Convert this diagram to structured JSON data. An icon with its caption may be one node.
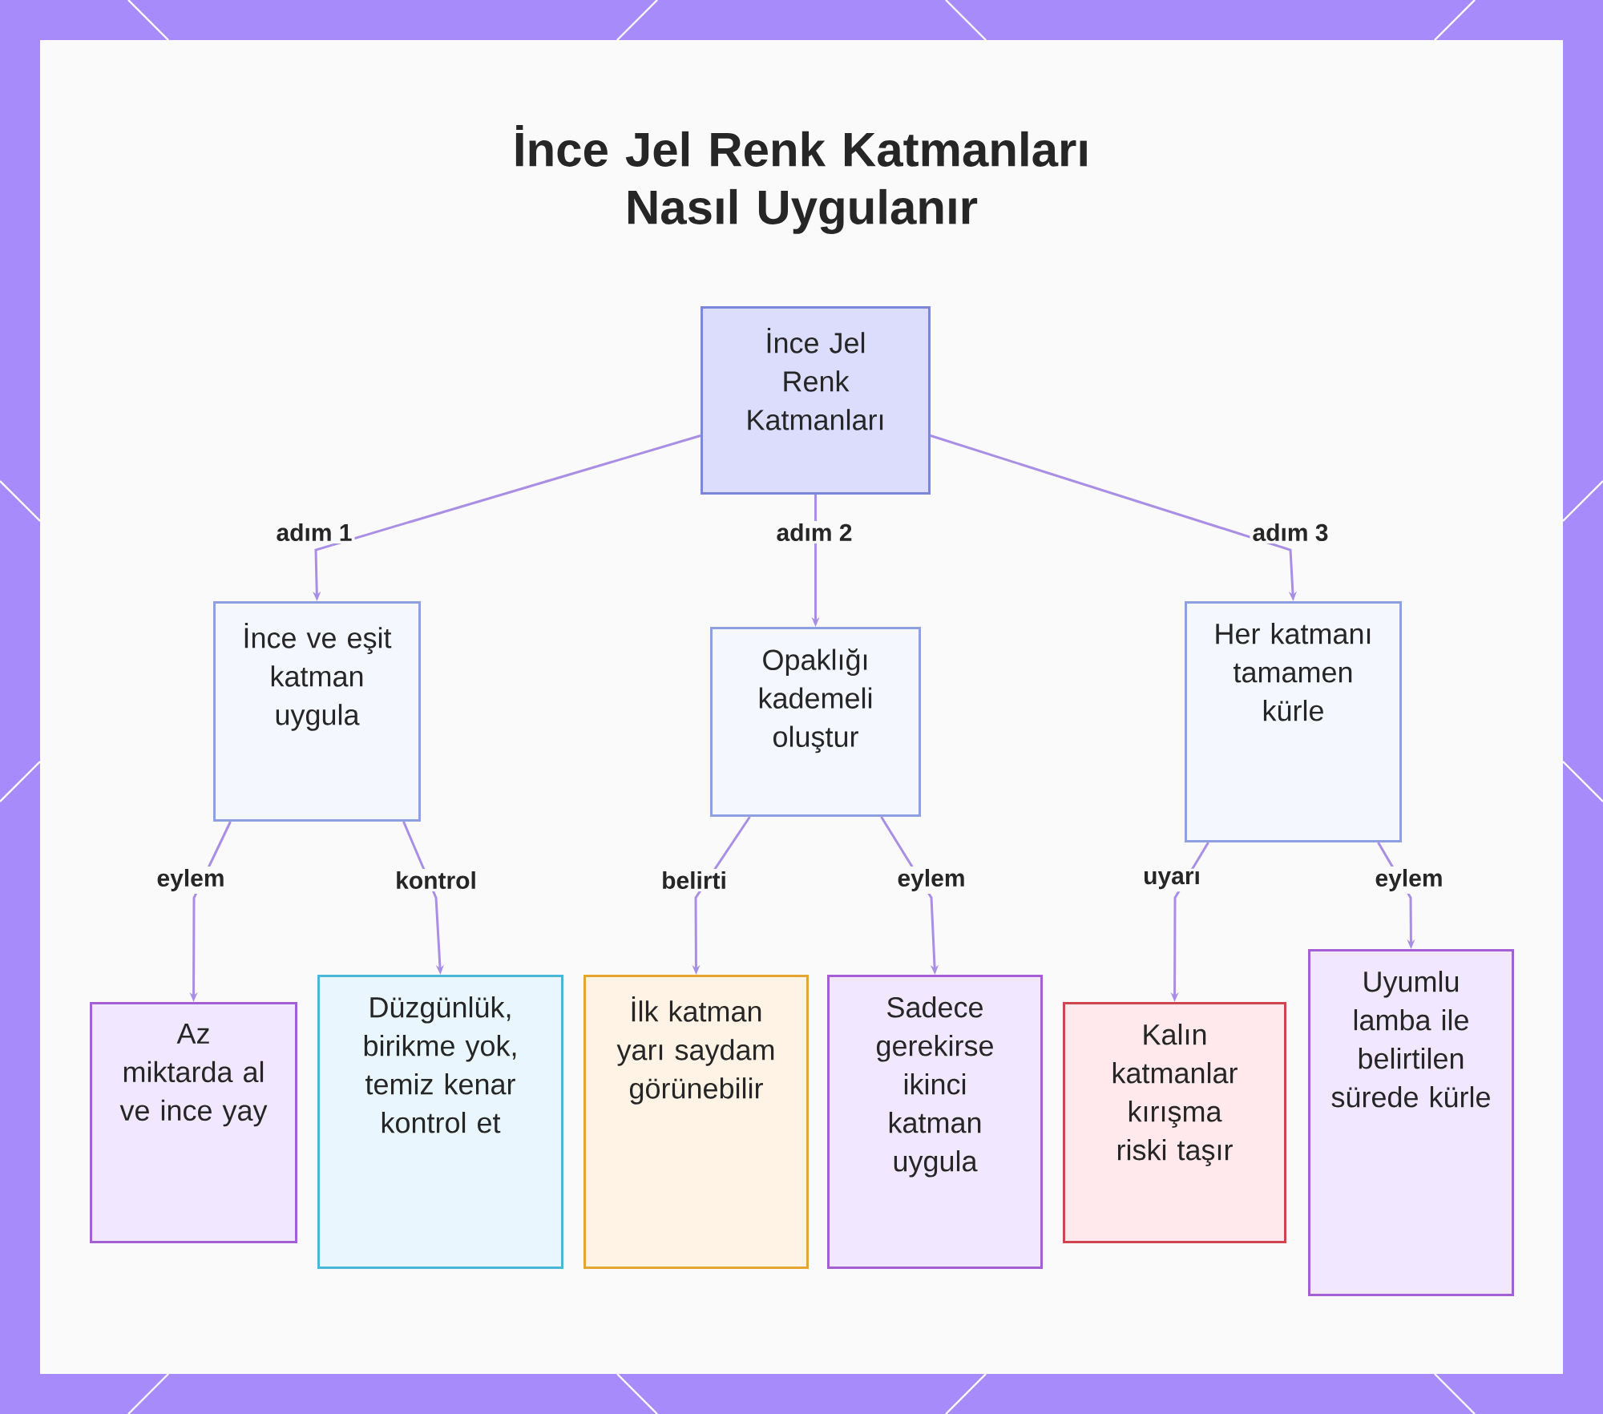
{
  "diagram": {
    "title": "İnce Jel Renk Katmanları Nasıl Uygulanır",
    "nodes": [
      {
        "text": [
          "İnce Jel Renk Katmanları"
        ]
      },
      {
        "text": [
          "İnce ve eşit katman uygula"
        ]
      },
      {
        "text": [
          "Opaklığı kademeli oluştur"
        ]
      },
      {
        "text": [
          "Her katmanı tamamen kürle"
        ]
      },
      {
        "text": [
          "Az miktarda al ve ince yay"
        ]
      },
      {
        "text": [
          "Düzgünlük, birikme yok, temiz kenar kontrol et"
        ]
      },
      {
        "text": [
          "İlk katman yarı saydam görünebilir"
        ]
      },
      {
        "text": [
          "Sadece gerekirse ikinci katman uygula"
        ]
      },
      {
        "text": [
          "Kalın katmanlar kırışma riski taşır"
        ]
      },
      {
        "text": [
          "Uyumlu lamba ile belirtilen sürede kürle"
        ]
      }
    ],
    "edges": [
      {
        "from": 0,
        "to": 1,
        "arrow": "to",
        "label": "adım 1"
      },
      {
        "from": 0,
        "to": 2,
        "arrow": "to",
        "label": "adım 2"
      },
      {
        "from": 0,
        "to": 3,
        "arrow": "to",
        "label": "adım 3"
      },
      {
        "from": 1,
        "to": 4,
        "arrow": "to",
        "label": "eylem"
      },
      {
        "from": 1,
        "to": 5,
        "arrow": "to",
        "label": "kontrol"
      },
      {
        "from": 2,
        "to": 6,
        "arrow": "to",
        "label": "belirti"
      },
      {
        "from": 2,
        "to": 7,
        "arrow": "to",
        "label": "eylem"
      },
      {
        "from": 3,
        "to": 8,
        "arrow": "to",
        "label": "uyarı"
      },
      {
        "from": 3,
        "to": 9,
        "arrow": "to",
        "label": "eylem"
      }
    ]
  }
}
